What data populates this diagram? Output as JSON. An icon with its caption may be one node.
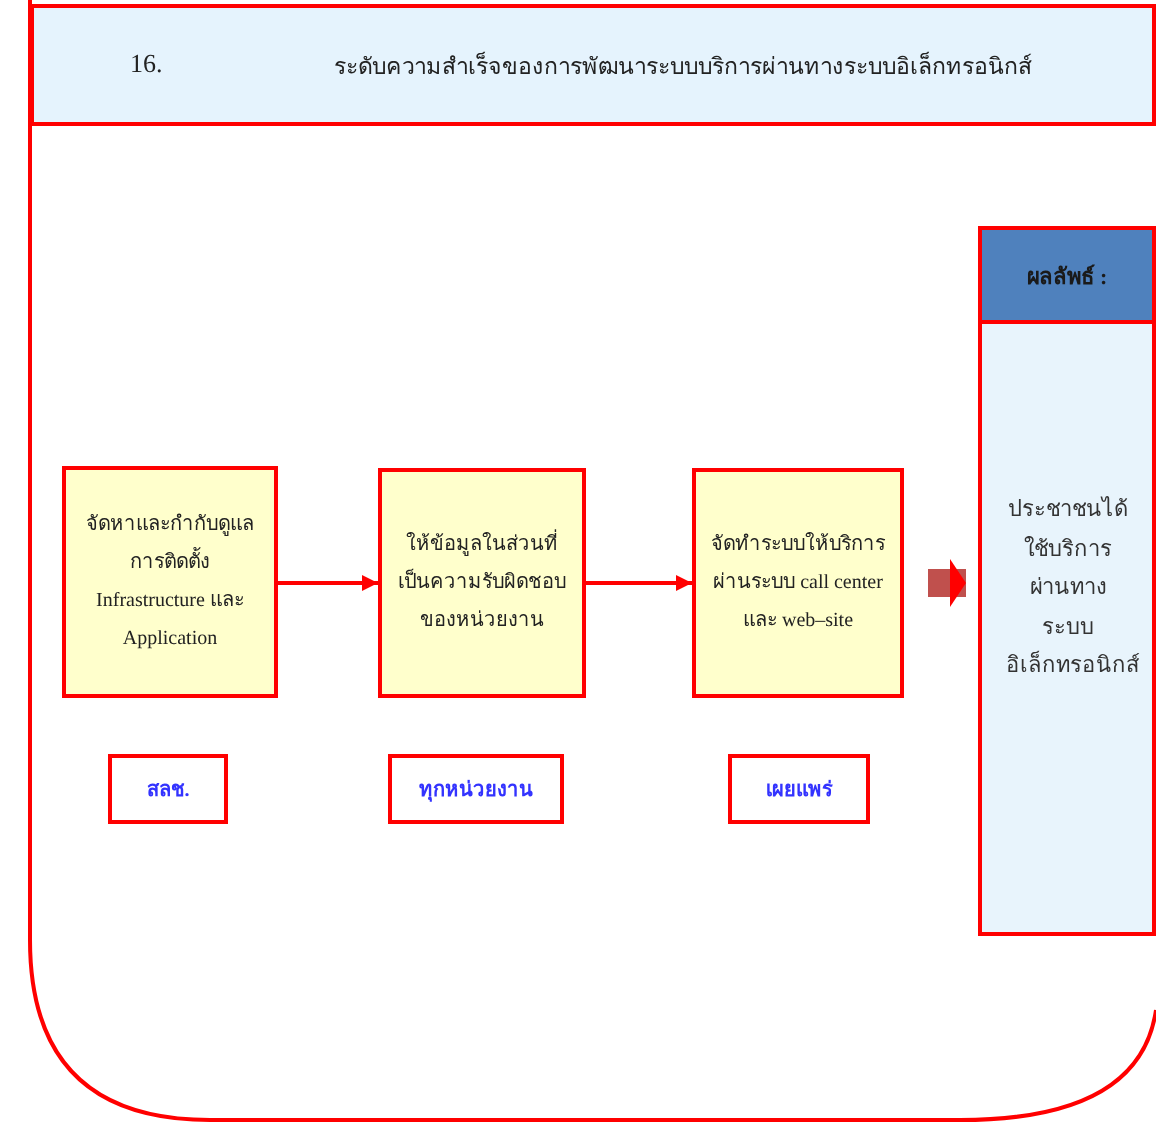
{
  "diagram": {
    "nodes": [
      {
        "text": [
          "16.",
          "ระดับความสำเร็จของการพัฒนาระบบบริการผ่านทางระบบอิเล็กทรอนิกส์"
        ]
      },
      {
        "text": [
          "จัดหาและกำกับดูแลการติดตั้ง Infrastructure และ Application"
        ]
      },
      {
        "text": [
          "ให้ข้อมูลในส่วนที่เป็นความรับผิดชอบของหน่วยงาน"
        ]
      },
      {
        "text": [
          "จัดทำระบบให้บริการผ่านระบบ call center และ web–site"
        ]
      },
      {
        "text": [
          "ผลลัพธ์ :",
          "ประชาชนได้ใช้บริการผ่านทางระบบอิเล็กทรอนิกส์"
        ]
      },
      {
        "text": [
          "สลช."
        ]
      },
      {
        "text": [
          "ทุกหน่วยงาน"
        ]
      },
      {
        "text": [
          "เผยแพร่"
        ]
      }
    ],
    "edges": [
      {
        "from": 1,
        "to": 2,
        "arrow": "to"
      },
      {
        "from": 2,
        "to": 3,
        "arrow": "to"
      },
      {
        "from": 3,
        "to": 4,
        "arrow": "to",
        "style": "thick",
        "color": "#c0504d"
      }
    ]
  }
}
